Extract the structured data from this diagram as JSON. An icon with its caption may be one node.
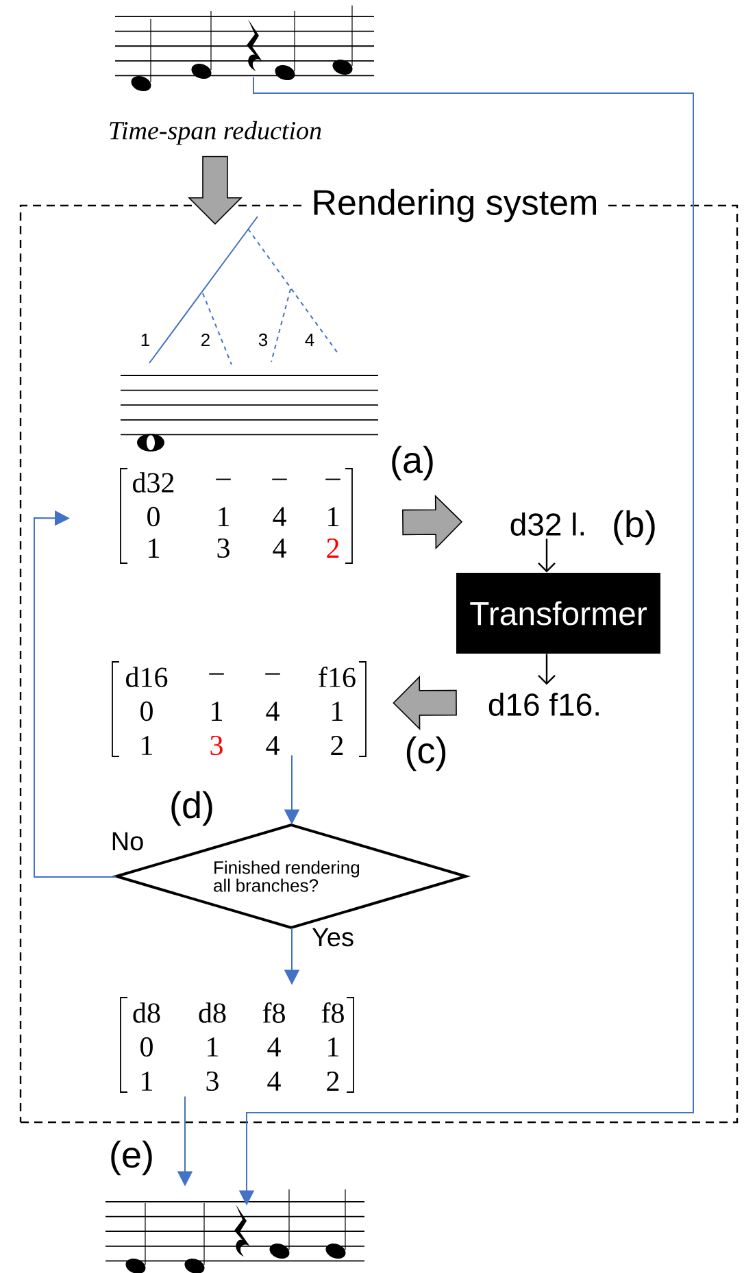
{
  "diagram": {
    "nodes": [
      {
        "text": [],
        "shape": "picture"
      },
      {
        "text": [
          "Rendering system"
        ]
      },
      {
        "text": [],
        "shape": "picture",
        "in": 1
      },
      {
        "text": [
          "d32",
          "–",
          "–",
          "–",
          "0",
          "1",
          "4",
          "1",
          "1",
          "3",
          "4",
          "2"
        ],
        "in": 1
      },
      {
        "text": [
          "d32 l."
        ],
        "in": 1
      },
      {
        "text": [
          "Transformer"
        ],
        "in": 1
      },
      {
        "text": [
          "d16 f16."
        ],
        "in": 1
      },
      {
        "text": [
          "d16",
          "–",
          "–",
          "f16",
          "0",
          "1",
          "4",
          "1",
          "1",
          "3",
          "4",
          "2"
        ],
        "in": 1
      },
      {
        "text": [
          "Finished rendering all branches?"
        ],
        "in": 1
      },
      {
        "text": [
          "d8",
          "d8",
          "f8",
          "f8",
          "0",
          "1",
          "4",
          "1",
          "1",
          "3",
          "4",
          "2"
        ],
        "in": 1
      },
      {
        "text": [],
        "shape": "picture"
      }
    ],
    "edges": [
      {
        "from": 0,
        "to": 1,
        "arrow": "to",
        "label": "Time-span reduction",
        "style": "thick",
        "color": "#a6a6a6"
      },
      {
        "from": 3,
        "to": 4,
        "arrow": "to",
        "style": "thick",
        "color": "#a6a6a6"
      },
      {
        "from": 4,
        "to": 5,
        "arrow": "to",
        "color": "#000000"
      },
      {
        "from": 5,
        "to": 6,
        "arrow": "to",
        "color": "#000000"
      },
      {
        "from": 6,
        "to": 7,
        "arrow": "to",
        "style": "thick",
        "color": "#a6a6a6"
      },
      {
        "from": 7,
        "to": 8,
        "arrow": "to"
      },
      {
        "from": 8,
        "to": 3,
        "arrow": "to",
        "label": "No"
      },
      {
        "from": 8,
        "to": 9,
        "arrow": "to",
        "label": "Yes"
      },
      {
        "from": 9,
        "to": 10,
        "arrow": "to"
      },
      {
        "from": 0,
        "to": 10,
        "arrow": "to"
      }
    ],
    "labels": [
      "1",
      "2",
      "3",
      "4",
      "(a)",
      "(b)",
      "(c)",
      "(d)",
      "(e)"
    ]
  }
}
